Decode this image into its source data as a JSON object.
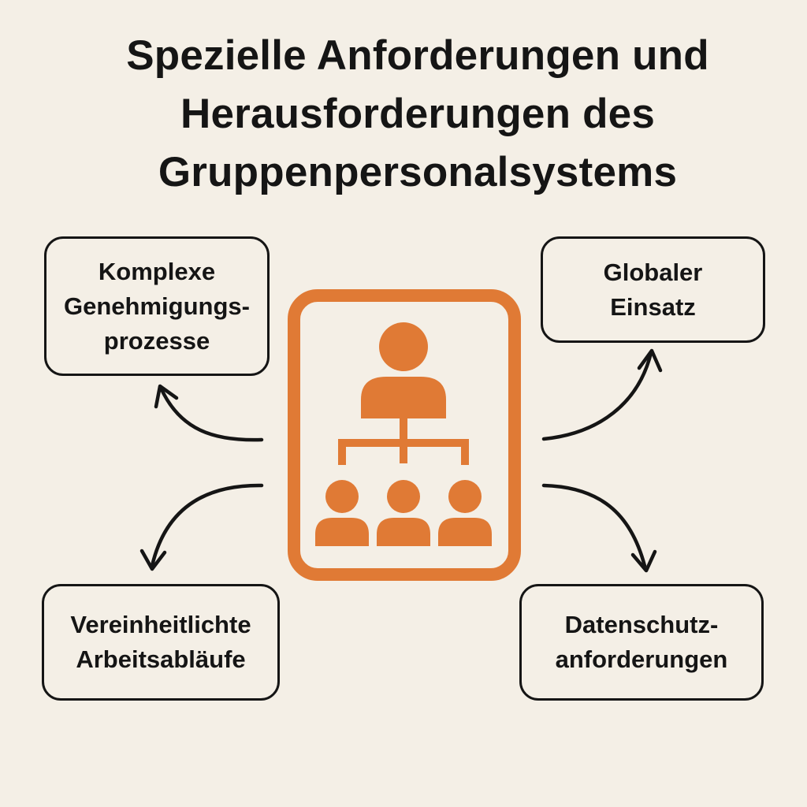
{
  "title": {
    "lines": [
      "Spezielle Anforderungen und",
      "Herausforderungen des",
      "Gruppenpersonalsystems"
    ]
  },
  "colors": {
    "background": "#f4efe6",
    "accent": "#e07a35",
    "ink": "#151515"
  },
  "center": {
    "icon": "org-chart-icon"
  },
  "boxes": {
    "top_left": {
      "lines": [
        "Komplexe",
        "Genehmigungs-",
        "prozesse"
      ]
    },
    "top_right": {
      "lines": [
        "Globaler",
        "Einsatz"
      ]
    },
    "bottom_left": {
      "lines": [
        "Vereinheitlichte",
        "Arbeitsabläufe"
      ]
    },
    "bottom_right": {
      "lines": [
        "Datenschutz-",
        "anforderungen"
      ]
    }
  }
}
